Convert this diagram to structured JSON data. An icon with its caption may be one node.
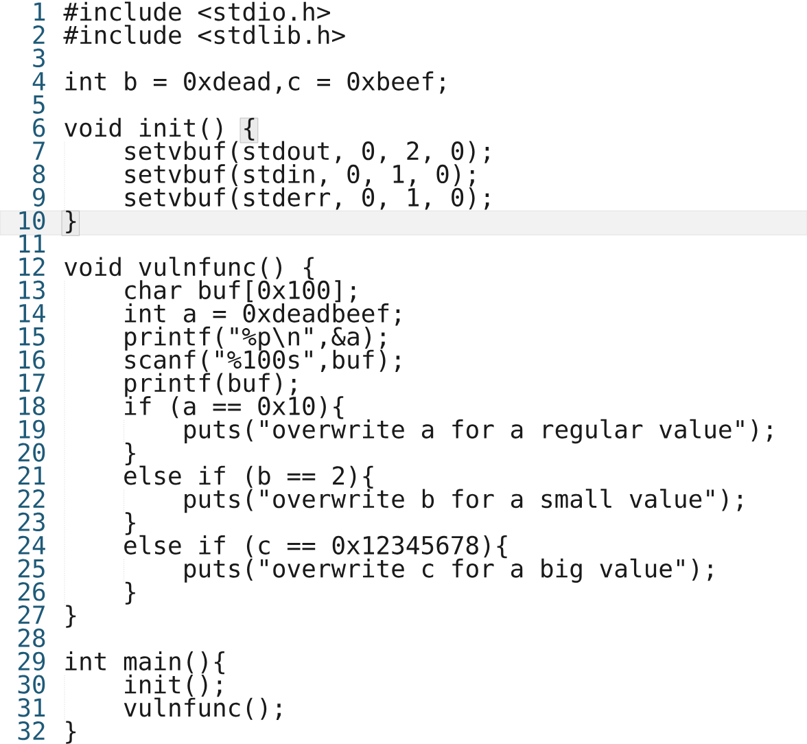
{
  "diagram": {
    "labels": [
      "1",
      "#include <stdio.h>",
      "2",
      "#include <stdlib.h>",
      "3",
      "4",
      "int b = 0xdead,c = 0xbeef;",
      "5",
      "6",
      "void init() {",
      "7",
      "setvbuf(stdout, 0, 2, 0);",
      "8",
      "setvbuf(stdin, 0, 1, 0);",
      "9",
      "setvbuf(stderr, 0, 1, 0);",
      "10",
      "}",
      "11",
      "12",
      "void vulnfunc() {",
      "13",
      "char buf[0x100];",
      "14",
      "int a = 0xdeadbeef;",
      "15",
      "printf(\"%p\\n\",&a);",
      "16",
      "scanf(\"%100s\",buf);",
      "17",
      "printf(buf);",
      "18",
      "if (a == 0x10){",
      "19",
      "puts(\"overwrite a for a regular value\");",
      "20",
      "}",
      "21",
      "else if (b == 2){",
      "22",
      "puts(\"overwrite b for a small value\");",
      "23",
      "}",
      "24",
      "else if (c == 0x12345678){",
      "25",
      "puts(\"overwrite c for a big value\");",
      "26",
      "}",
      "27",
      "}",
      "28",
      "29",
      "int main(){",
      "30",
      "init();",
      "31",
      "vulnfunc();",
      "32",
      "}"
    ]
  }
}
